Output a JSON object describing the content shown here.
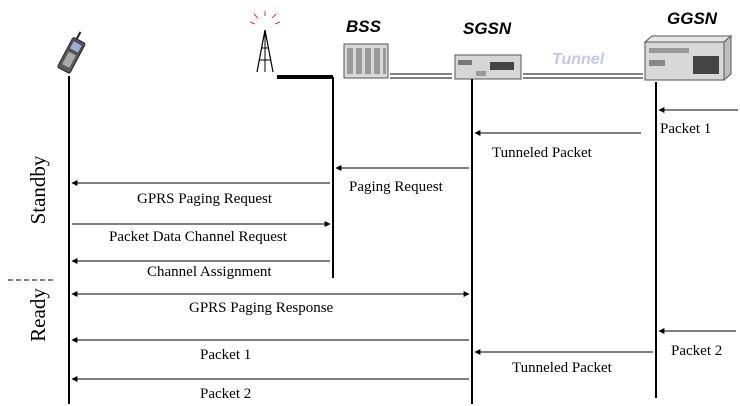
{
  "entities": {
    "bss": "BSS",
    "sgsn": "SGSN",
    "ggsn": "GGSN",
    "tunnel": "Tunnel"
  },
  "states": {
    "standby": "Standby",
    "ready": "Ready"
  },
  "messages": [
    "Packet 1",
    "Tunneled Packet",
    "Paging Request",
    "GPRS Paging Request",
    "Packet Data Channel Request",
    "Channel Assignment",
    "GPRS Paging Response",
    "Packet 1",
    "Packet 2",
    "Tunneled Packet",
    "Packet 2"
  ],
  "icons": {
    "mobile": "mobile-phone-icon",
    "antenna": "antenna-tower-icon",
    "bss": "bss-cabinet-icon",
    "sgsn": "sgsn-router-icon",
    "ggsn": "ggsn-server-icon"
  }
}
